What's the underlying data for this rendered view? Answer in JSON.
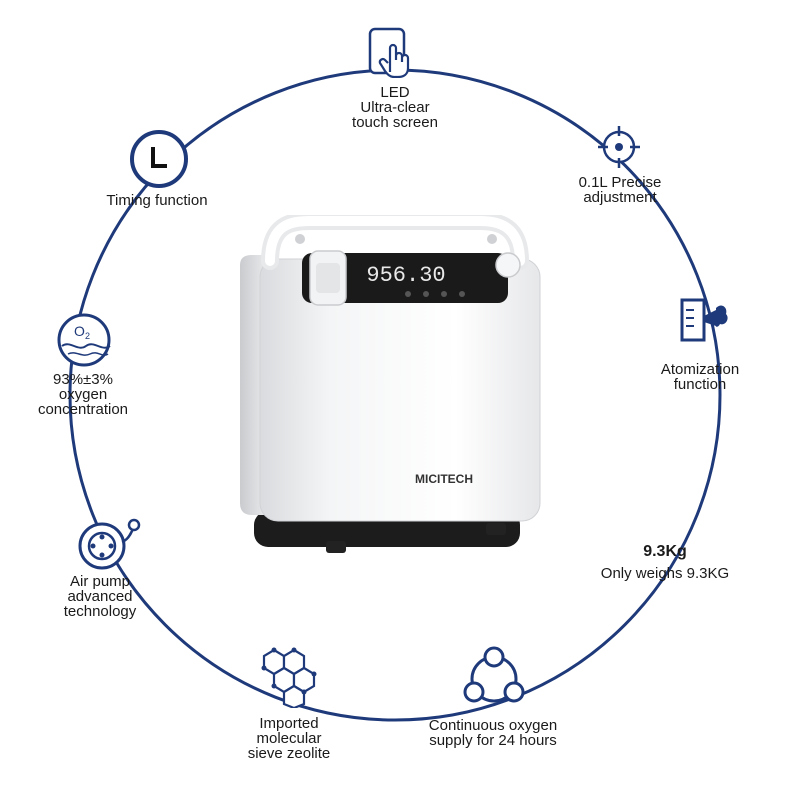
{
  "features": {
    "led": {
      "line1": "LED",
      "line2": "Ultra-clear",
      "line3": "touch screen",
      "icon": "touch-screen-icon"
    },
    "timing": {
      "line1": "Timing function",
      "icon": "clock-icon",
      "glyph": "L"
    },
    "precise": {
      "line1": "0.1L Precise",
      "line2": "adjustment",
      "icon": "target-icon"
    },
    "oxygen": {
      "line1": "93%±3%",
      "line2": "oxygen",
      "line3": "concentration",
      "icon": "o2-icon",
      "glyph": "O₂"
    },
    "atomization": {
      "line1": "Atomization",
      "line2": "function",
      "icon": "atomizer-icon"
    },
    "airpump": {
      "line1": "Air pump",
      "line2": "advanced",
      "line3": "technology",
      "icon": "air-pump-icon"
    },
    "weight": {
      "title": "9.3Kg",
      "subtitle": "Only weighs 9.3KG"
    },
    "zeolite": {
      "line1": "Imported",
      "line2": "molecular",
      "line3": "sieve zeolite",
      "icon": "molecule-icon"
    },
    "continuous": {
      "line1": "Continuous oxygen",
      "line2": "supply for 24 hours",
      "icon": "cycle-icon"
    }
  },
  "device": {
    "brand": "MICITECH",
    "display": "956.30"
  },
  "colors": {
    "ring": "#1f3a7a",
    "icon": "#1f3a7a"
  }
}
